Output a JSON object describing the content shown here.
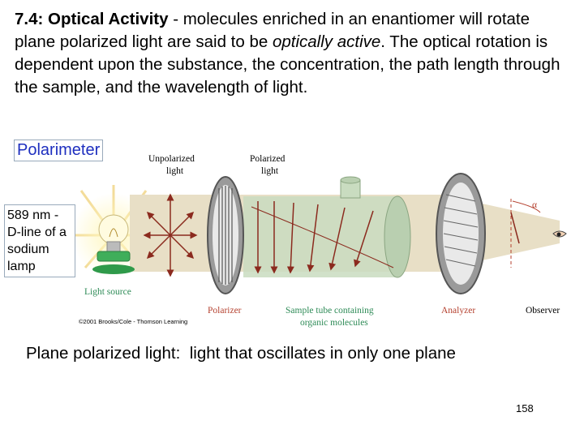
{
  "heading": {
    "title_bold": "7.4: Optical Activity",
    "text_part1": " - molecules enriched in an enantiomer will rotate plane polarized light are said to be ",
    "text_italic": "optically active",
    "text_part2": ". The optical rotation is dependent upon the substance, the concentration, the path length through the sample, and the wavelength of light."
  },
  "polarimeter_label": "Polarimeter",
  "lamp_note": "589 nm - D-line of a sodium lamp",
  "diagram": {
    "unpolarized_1": "Unpolarized",
    "unpolarized_2": "light",
    "polarized_1": "Polarized",
    "polarized_2": "light",
    "light_source": "Light source",
    "copyright": "©2001 Brooks/Cole - Thomson Learning",
    "polarizer": "Polarizer",
    "sample_tube_1": "Sample tube containing",
    "sample_tube_2": "organic molecules",
    "analyzer": "Analyzer",
    "observer": "Observer",
    "alpha": "α",
    "colors": {
      "beam": "#e8dfc6",
      "tube": "#c9dcc0",
      "label_green": "#2e8b57",
      "label_red": "#b5412f",
      "arrow": "#8b2a1e"
    }
  },
  "definition": "Plane polarized light:  light that oscillates in only one plane",
  "page_number": "158"
}
